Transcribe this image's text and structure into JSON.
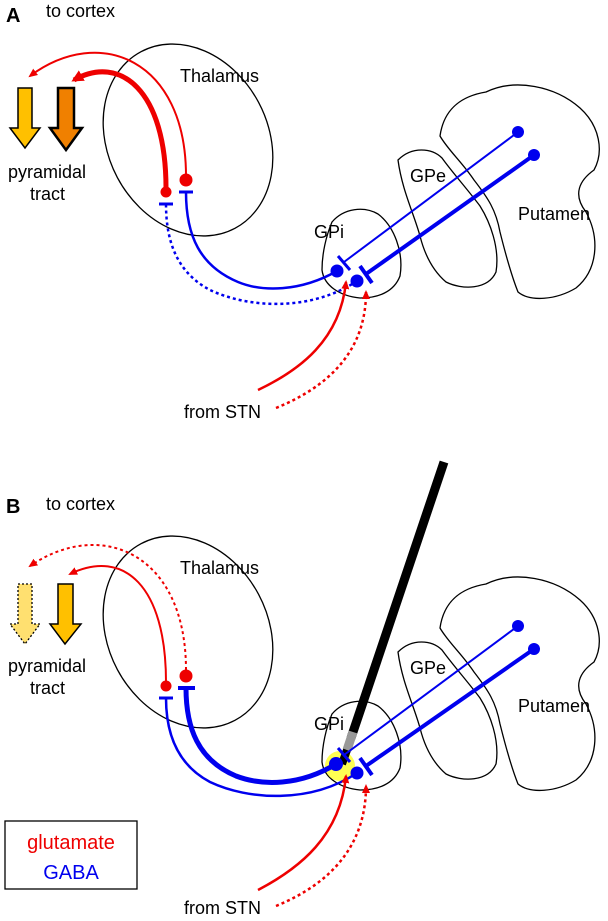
{
  "panels": [
    {
      "label": "A",
      "thalamus": "Thalamus",
      "gpe": "GPe",
      "gpi": "GPi",
      "putamen": "Putamen",
      "to_cortex": "to cortex",
      "pyramidal_line1": "pyramidal",
      "pyramidal_line2": "tract",
      "from_stn": "from STN"
    },
    {
      "label": "B",
      "thalamus": "Thalamus",
      "gpe": "GPe",
      "gpi": "GPi",
      "putamen": "Putamen",
      "to_cortex": "to cortex",
      "pyramidal_line1": "pyramidal",
      "pyramidal_line2": "tract",
      "from_stn": "from STN"
    }
  ],
  "legend": {
    "glutamate": "glutamate",
    "gaba": "GABA"
  },
  "colors": {
    "glutamate": "#ee0000",
    "gaba": "#0000ee",
    "arrow_yellow": "#ffc000",
    "arrow_orange": "#f08000",
    "stimulation_glow": "#ffff40"
  }
}
